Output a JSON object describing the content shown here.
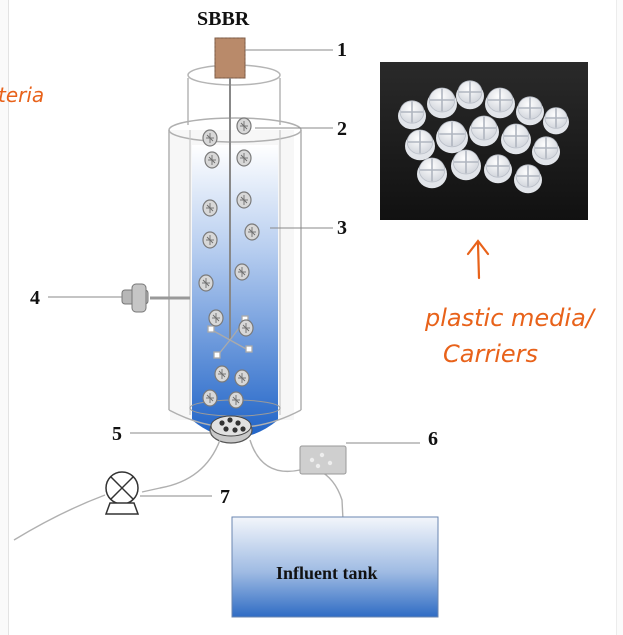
{
  "title": "SBBR",
  "partial_annotation": "teria",
  "numbers": {
    "n1": "1",
    "n2": "2",
    "n3": "3",
    "n4": "4",
    "n5": "5",
    "n6": "6",
    "n7": "7"
  },
  "influent_tank_label": "Influent tank",
  "annotation": {
    "line1": "plastic media/",
    "line2": "Carriers"
  },
  "colors": {
    "liquid_top": "#ffffff",
    "liquid_bottom": "#1f63c7",
    "annotation_ink": "#e8621a"
  }
}
